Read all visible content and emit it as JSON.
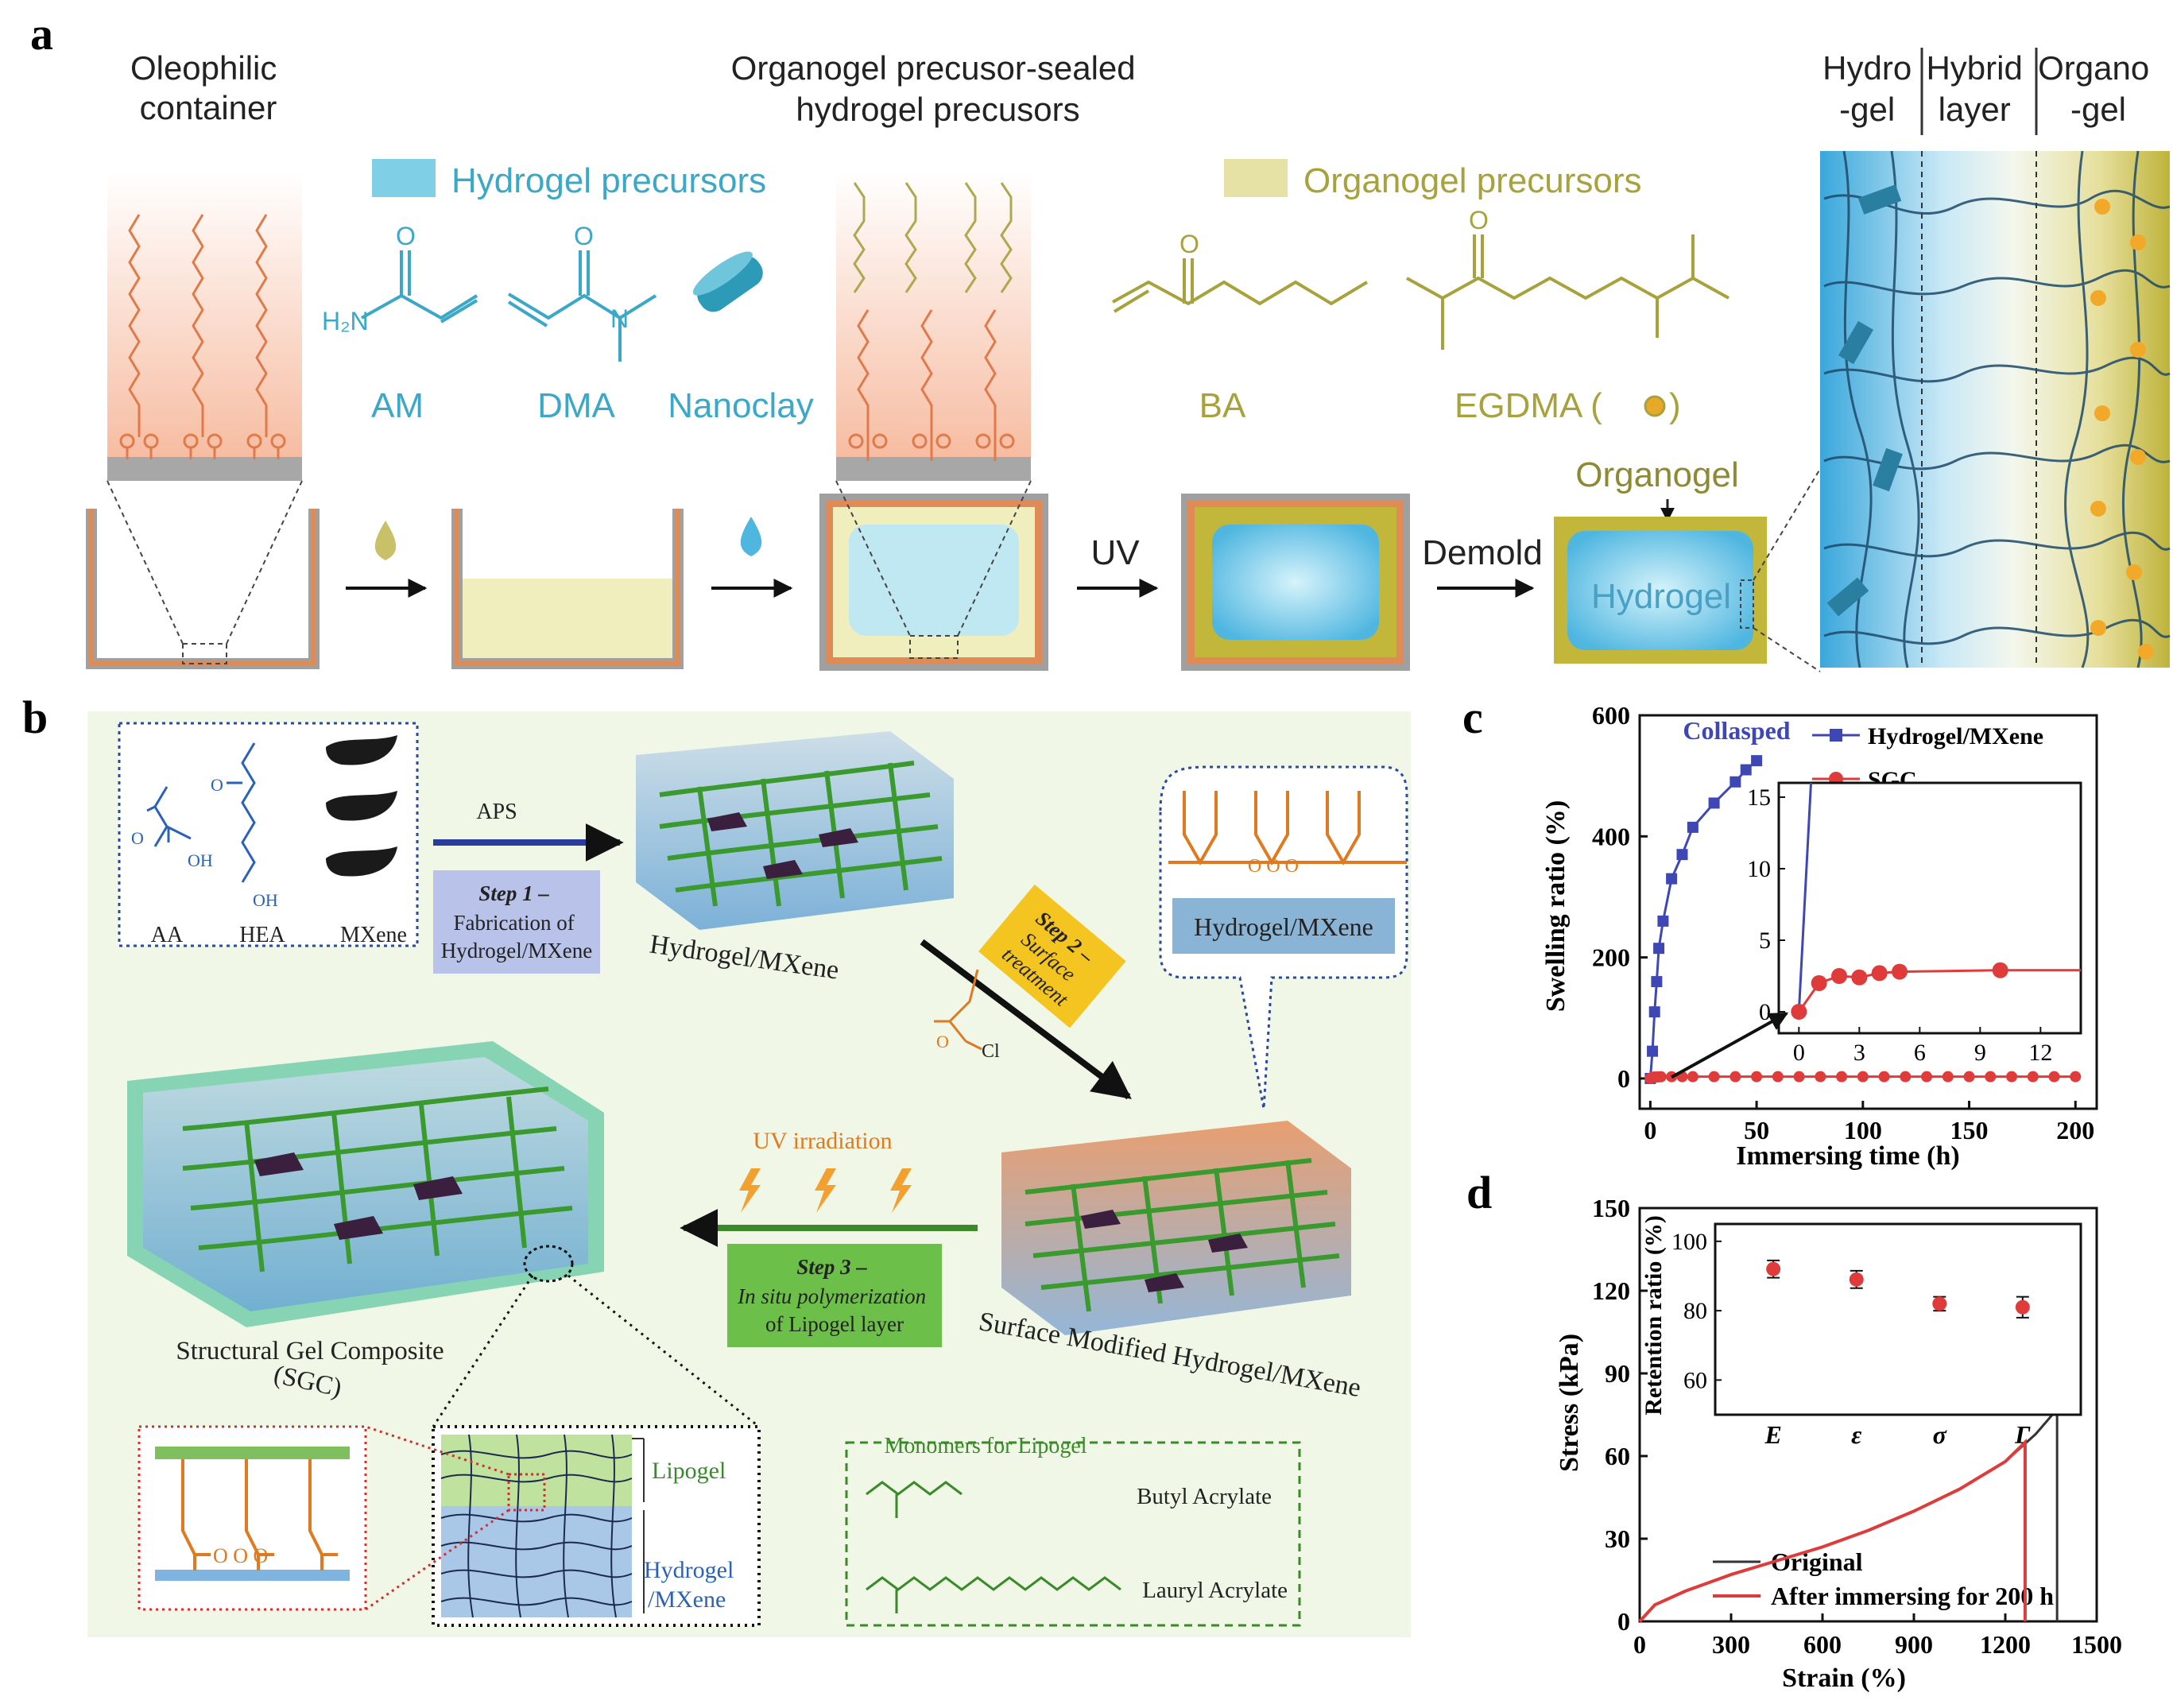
{
  "panel_a": {
    "letter": "a",
    "container_title": [
      "Oleophilic",
      "container"
    ],
    "sealed_title": [
      "Organogel precusor-sealed",
      "hydrogel precusors"
    ],
    "hydrogel_legend": "Hydrogel precursors",
    "organogel_legend": "Organogel precursors",
    "mol_am": "AM",
    "mol_dma": "DMA",
    "mol_nanoclay": "Nanoclay",
    "mol_ba": "BA",
    "mol_egdma": "EGDMA (",
    "mol_egdma_end": ")",
    "h2n": "H₂N",
    "arrow_uv": "UV",
    "arrow_demold": "Demold",
    "label_organogel": "Organogel",
    "label_hydrogel": "Hydrogel",
    "zoom_headers": [
      [
        "Hydro",
        "-gel"
      ],
      [
        "Hybrid",
        "layer"
      ],
      [
        "Organo",
        "-gel"
      ]
    ],
    "colors": {
      "hydrogel": "#5bc4dc",
      "organogel": "#b9b44a",
      "brush": "#e07a4a"
    }
  },
  "panel_b": {
    "letter": "b",
    "mol_aa": "AA",
    "mol_hea": "HEA",
    "mol_mxene": "MXene",
    "aps": "APS",
    "step1": [
      "Step 1 –",
      "Fabrication of",
      "Hydrogel/MXene"
    ],
    "hydrogel_mxene": "Hydrogel/MXene",
    "step2": [
      "Step 2 –",
      "Surface",
      "treatment"
    ],
    "callout_label": "Hydrogel/MXene",
    "uv_irradiation": "UV irradiation",
    "step3": [
      "Step 3 –",
      "In situ polymerization",
      "of Lipogel layer"
    ],
    "sgc": [
      "Structural Gel Composite",
      "(SGC)"
    ],
    "smhm": "Surface Modified Hydrogel/MXene",
    "lipogel": "Lipogel",
    "hydrogel_mx": [
      "Hydrogel",
      "/MXene"
    ],
    "monomers_title": "Monomers for Lipogel",
    "butyl": "Butyl Acrylate",
    "lauryl": "Lauryl Acrylate",
    "cl": "Cl",
    "oh": "OH"
  },
  "panel_c": {
    "letter": "c",
    "chart_data": {
      "type": "line",
      "title": "",
      "annotation": "Collasped",
      "xlabel": "Immersing time (h)",
      "ylabel": "Swelling ratio (%)",
      "xlim": [
        -5,
        210
      ],
      "ylim": [
        -50,
        600
      ],
      "xticks": [
        0,
        50,
        100,
        150,
        200
      ],
      "yticks": [
        0,
        200,
        400,
        600
      ],
      "series": [
        {
          "name": "Hydrogel/MXene",
          "color": "#3f47b5",
          "x": [
            0,
            1,
            2,
            3,
            4,
            6,
            10,
            15,
            20,
            30,
            40,
            45,
            50
          ],
          "y": [
            0,
            45,
            110,
            160,
            215,
            260,
            330,
            370,
            415,
            455,
            490,
            510,
            525
          ]
        },
        {
          "name": "SGC",
          "color": "#e03b3b",
          "x": [
            0,
            1,
            2,
            3,
            4,
            5,
            10,
            15,
            20,
            30,
            40,
            50,
            60,
            70,
            80,
            90,
            100,
            110,
            120,
            130,
            140,
            150,
            160,
            170,
            180,
            190,
            200
          ],
          "y": [
            0,
            2,
            2.5,
            2.4,
            2.7,
            2.8,
            2.9,
            3,
            3,
            3,
            3,
            3,
            3,
            3,
            3,
            3,
            3,
            3,
            3,
            3,
            3,
            3,
            3,
            3,
            3,
            3,
            3
          ]
        }
      ],
      "inset": {
        "xlim": [
          -1,
          14
        ],
        "ylim": [
          -1.5,
          16
        ],
        "xticks": [
          0,
          3,
          6,
          9,
          12
        ],
        "yticks": [
          0,
          5,
          10,
          15
        ],
        "sgc_x": [
          0,
          1,
          2,
          3,
          4,
          5,
          10
        ],
        "sgc_y": [
          0,
          2,
          2.5,
          2.4,
          2.7,
          2.8,
          2.9
        ],
        "hydro_x": [
          0,
          0.6
        ],
        "hydro_y": [
          0,
          16
        ]
      }
    }
  },
  "panel_d": {
    "letter": "d",
    "chart_data": {
      "type": "line",
      "title": "",
      "xlabel": "Strain (%)",
      "ylabel": "Stress (kPa)",
      "xlim": [
        0,
        1500
      ],
      "ylim": [
        0,
        150
      ],
      "xticks": [
        0,
        300,
        600,
        900,
        1200,
        1500
      ],
      "yticks": [
        0,
        30,
        60,
        90,
        120,
        150
      ],
      "series": [
        {
          "name": "Original",
          "color": "#333333",
          "x": [
            0,
            50,
            150,
            300,
            450,
            600,
            750,
            900,
            1050,
            1200,
            1300,
            1370,
            1370
          ],
          "y": [
            0,
            6,
            11,
            17,
            22,
            27,
            33,
            40,
            48,
            58,
            68,
            77,
            0
          ]
        },
        {
          "name": "After immersing for 200 h",
          "color": "#e03b3b",
          "x": [
            0,
            50,
            150,
            300,
            450,
            600,
            750,
            900,
            1050,
            1200,
            1265,
            1265
          ],
          "y": [
            0,
            6,
            11,
            17,
            22,
            27,
            33,
            40,
            48,
            58,
            65,
            0
          ]
        }
      ],
      "inset": {
        "ylabel": "Retention ratio (%)",
        "categories": [
          "E",
          "ε",
          "σ",
          "Γ"
        ],
        "values": [
          92,
          89,
          82,
          81
        ],
        "errors": [
          2.5,
          2.5,
          2,
          3
        ],
        "ylim": [
          50,
          105
        ],
        "yticks": [
          60,
          80,
          100
        ]
      }
    }
  }
}
